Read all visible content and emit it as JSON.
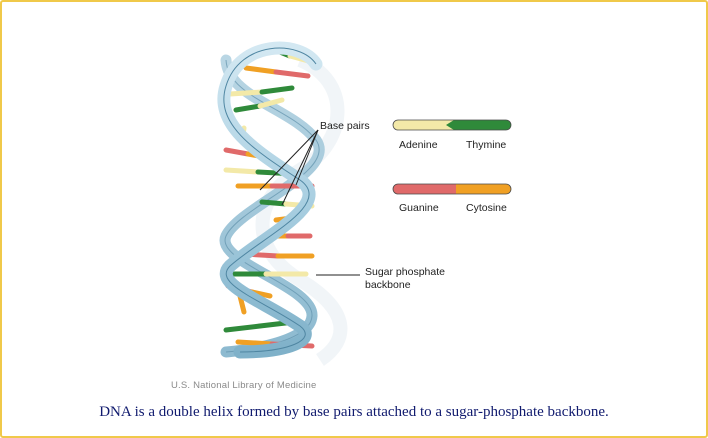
{
  "labels": {
    "base_pairs": "Base pairs",
    "backbone_line1": "Sugar phosphate",
    "backbone_line2": "backbone"
  },
  "legend": {
    "adenine": "Adenine",
    "thymine": "Thymine",
    "guanine": "Guanine",
    "cytosine": "Cytosine",
    "colors": {
      "adenine": "#f3e9a8",
      "thymine": "#2f8a3a",
      "guanine": "#e06a6a",
      "cytosine": "#f0a024"
    }
  },
  "credit": "U.S. National Library of Medicine",
  "caption": "DNA is a double helix formed by base pairs attached to a sugar-phosphate backbone."
}
